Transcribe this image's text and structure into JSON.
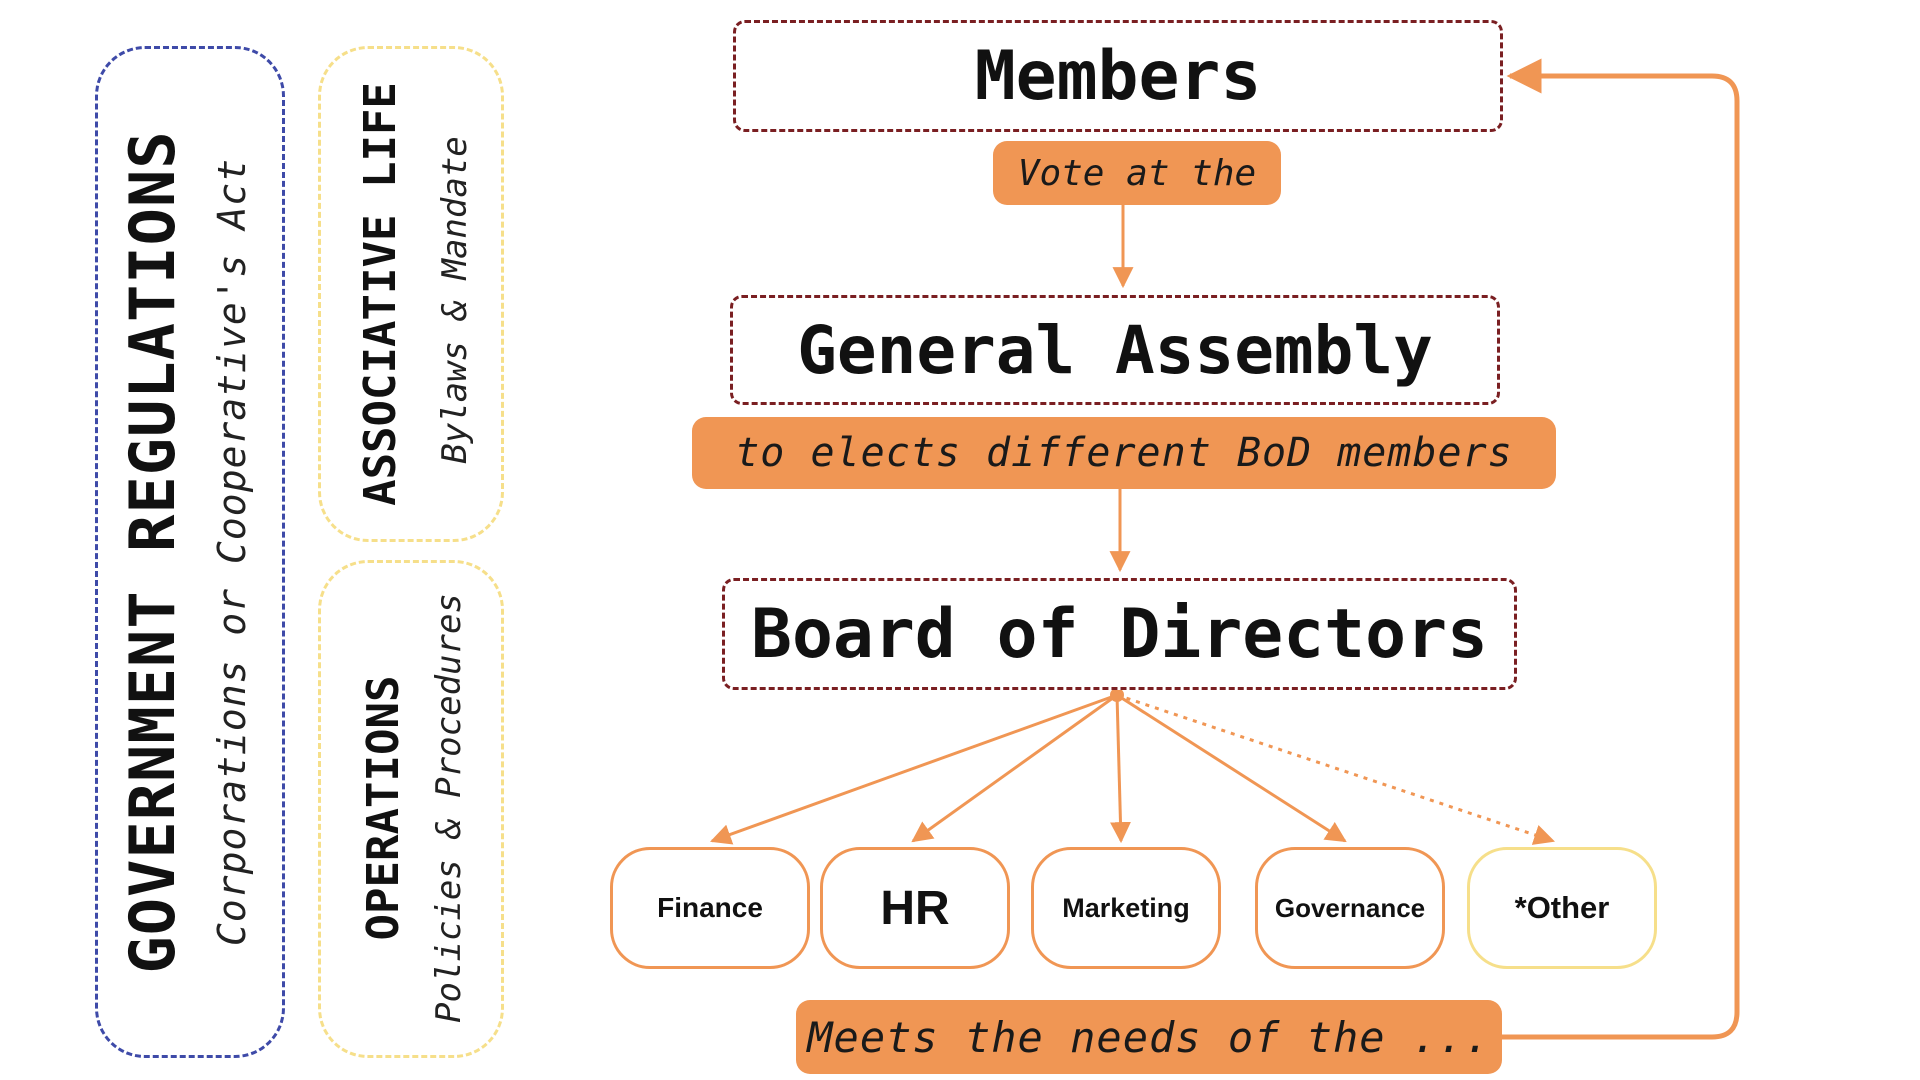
{
  "side_panels": {
    "government": {
      "title": "GOVERNMENT REGULATIONS",
      "subtitle": "Corporations or Cooperative's Act"
    },
    "associative": {
      "title": "ASSOCIATIVE LIFE",
      "subtitle": "Bylaws & Mandate"
    },
    "operations": {
      "title": "OPERATIONS",
      "subtitle": "Policies & Procedures"
    }
  },
  "hierarchy": {
    "members": "Members",
    "vote_label": "Vote at the",
    "general_assembly": "General Assembly",
    "elect_label": "to elects different BoD members",
    "board": "Board of Directors",
    "meets_label": "Meets the needs of the ..."
  },
  "committees": [
    {
      "label": "Finance"
    },
    {
      "label": "HR"
    },
    {
      "label": "Marketing"
    },
    {
      "label": "Governance"
    },
    {
      "label": "*Other"
    }
  ],
  "colors": {
    "arrow": "#f09654",
    "node_border": "#7a1f22",
    "gov_border": "#3e4aa8",
    "soft_border": "#f6df8a",
    "pill": "#f09654"
  }
}
